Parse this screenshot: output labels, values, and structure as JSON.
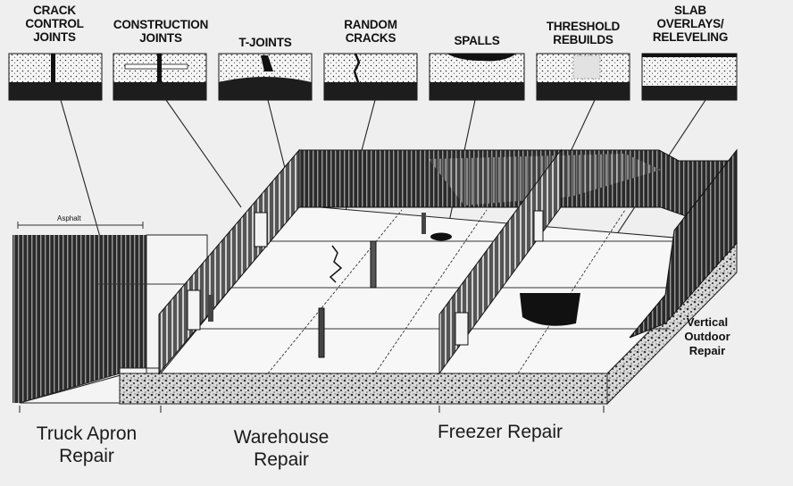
{
  "top_labels": [
    "CRACK\nCONTROL\nJOINTS",
    "CONSTRUCTION\nJOINTS",
    "T-JOINTS",
    "RANDOM\nCRACKS",
    "SPALLS",
    "THRESHOLD\nREBUILDS",
    "SLAB\nOVERLAYS/\nRELEVELING"
  ],
  "asphalt_label": "Asphalt",
  "vertical_label": "Vertical\nOutdoor\nRepair",
  "bottom_labels": {
    "truck": "Truck Apron\nRepair",
    "warehouse": "Warehouse\nRepair",
    "freezer": "Freezer Repair"
  }
}
